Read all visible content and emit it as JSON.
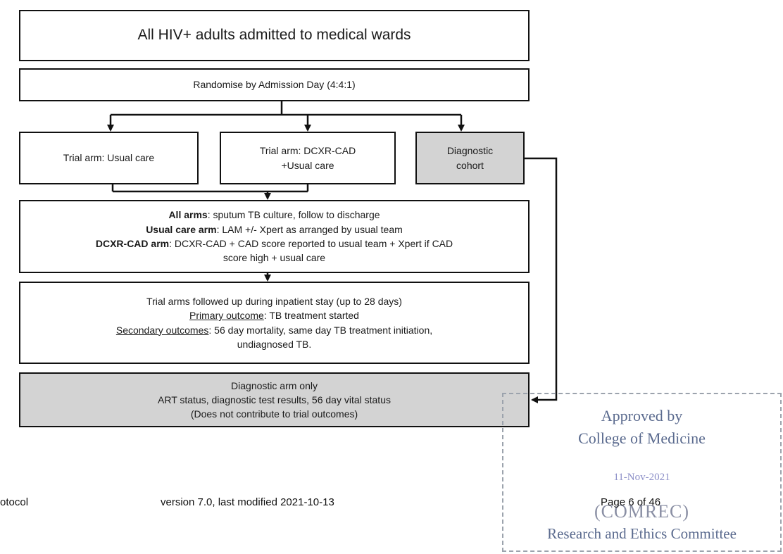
{
  "flowchart": {
    "top": "All HIV+ adults admitted to medical wards",
    "randomise": "Randomise by Admission Day (4:4:1)",
    "arm_usual": "Trial arm: Usual care",
    "arm_dcxr_line1": "Trial arm: DCXR-CAD",
    "arm_dcxr_line2": "+Usual care",
    "cohort_line1": "Diagnostic",
    "cohort_line2": "cohort",
    "all_arms_bold": "All arms",
    "all_arms_text": ": sputum TB culture, follow to discharge",
    "usual_arm_bold": "Usual care arm",
    "usual_arm_text": ": LAM +/- Xpert as arranged by usual team",
    "dcxr_arm_bold": "DCXR-CAD arm",
    "dcxr_arm_text": ": DCXR-CAD + CAD score reported to usual team + Xpert if CAD",
    "dcxr_arm_text2": "score high + usual care",
    "followup_line1": "Trial arms followed up during inpatient stay (up to 28 days)",
    "primary_label": "Primary outcome",
    "primary_text": ": TB treatment started",
    "secondary_label": "Secondary outcomes",
    "secondary_text": ": 56 day mortality, same day TB treatment initiation,",
    "secondary_text2": "undiagnosed TB.",
    "diag_line1": "Diagnostic arm only",
    "diag_line2": "ART status, diagnostic test results, 56 day vital status",
    "diag_line3": "(Does not contribute to trial outcomes)"
  },
  "footer": {
    "left": "otocol",
    "version": "version 7.0, last modified 2021-10-13",
    "page": "Page 6 of 46"
  },
  "stamp": {
    "line1": "Approved by",
    "line2": "College of Medicine",
    "date": "11-Nov-2021",
    "abbr": "(COMREC)",
    "line3": "Research and Ethics Committee"
  },
  "colors": {
    "box_border": "#111111",
    "grey_fill": "#d3d3d3",
    "stamp_ink": "#5a6a8e",
    "stamp_date": "#8d90c8"
  }
}
